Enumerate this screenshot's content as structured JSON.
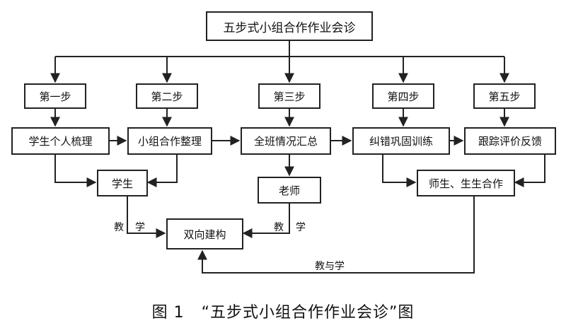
{
  "title": "五步式小组合作作业会诊",
  "steps": [
    "第一步",
    "第二步",
    "第三步",
    "第四步",
    "第五步"
  ],
  "activities": [
    "学生个人梳理",
    "小组合作整理",
    "全班情况汇总",
    "纠错巩固训练",
    "跟踪评价反馈"
  ],
  "roles": {
    "student": "学生",
    "teacher": "老师",
    "cooperation": "师生、生生合作"
  },
  "outcome": "双向建构",
  "edge_labels": {
    "jiao": "教",
    "xue": "学",
    "jiao_yu_xue": "教与学"
  },
  "caption": {
    "figure_no": "图 1",
    "text": "“五步式小组合作作业会诊”图"
  }
}
